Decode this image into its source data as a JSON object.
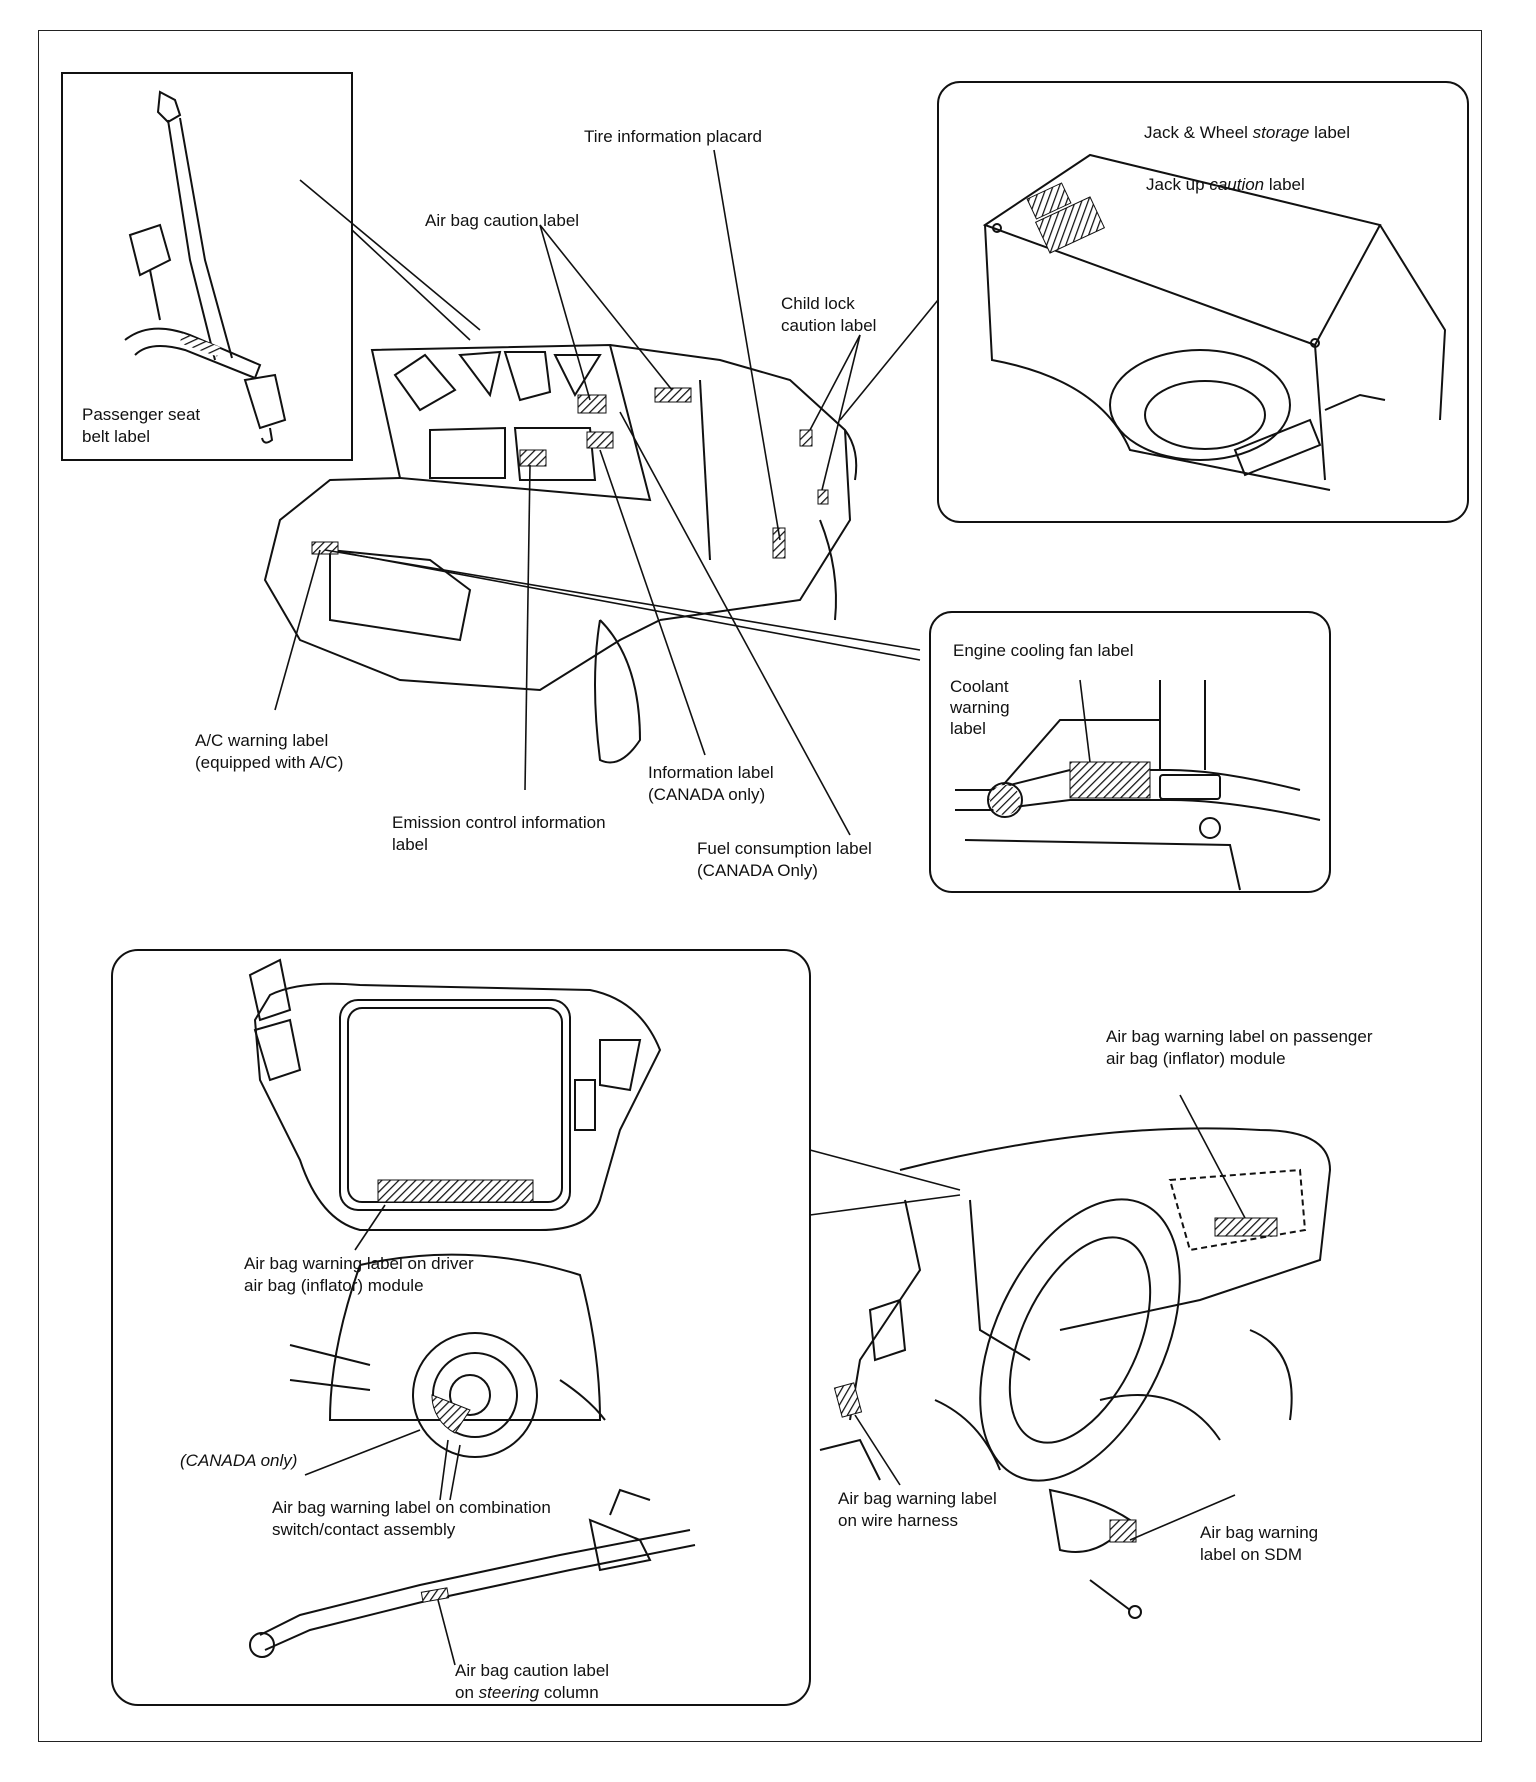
{
  "labels": {
    "tire_placard": "Tire information placard",
    "jack_wheel_storage": {
      "pre": "Jack & Wheel ",
      "em": "storage",
      "post": " label"
    },
    "jack_up_caution": {
      "pre": "Jack up ",
      "em": "caution",
      "post": " label"
    },
    "air_bag_caution": "Air bag caution label",
    "child_lock": {
      "line1": "Child lock",
      "line2": "caution label"
    },
    "passenger_seat_belt": {
      "line1": "Passenger seat",
      "line2": "belt label"
    },
    "engine_cooling_fan": "Engine cooling fan label",
    "coolant_warning": {
      "line1": "Coolant",
      "line2": "warning",
      "line3": "label"
    },
    "ac_warning": {
      "line1": "A/C warning label",
      "line2": "(equipped with A/C)"
    },
    "information_label": {
      "line1": "Information label",
      "line2": "(CANADA only)"
    },
    "emission_control": {
      "line1": "Emission control information",
      "line2": "label"
    },
    "fuel_consumption": {
      "line1": "Fuel consumption label",
      "line2": "(CANADA Only)"
    },
    "passenger_airbag_module": {
      "line1": "Air bag warning label on passenger",
      "line2": "air bag (inflator) module"
    },
    "driver_airbag_module": {
      "line1": "Air bag warning label on driver",
      "line2": "air bag (inflator) module"
    },
    "canada_only": "(CANADA only)",
    "combination_switch": {
      "line1": "Air bag warning label on combination",
      "line2": "switch/contact assembly"
    },
    "steering_column": {
      "line1": "Air bag caution label",
      "pre2": "on ",
      "em2": "steering",
      "post2": " column"
    },
    "wire_harness": {
      "line1": "Air bag warning label",
      "line2": "on wire harness"
    },
    "sdm": {
      "line1": "Air bag warning",
      "line2": "label on SDM"
    }
  }
}
